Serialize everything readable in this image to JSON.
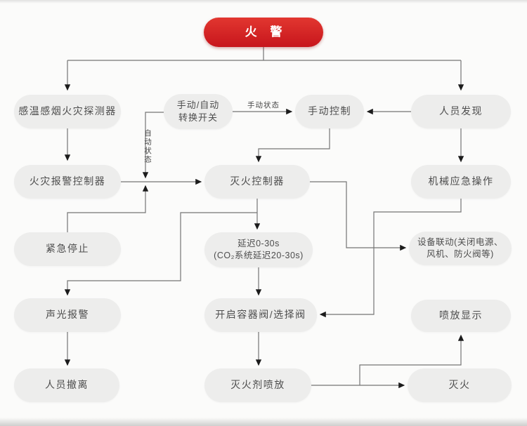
{
  "nodes": {
    "fire": {
      "label": "火 警"
    },
    "detector": {
      "label": "感温感烟火灾探测器"
    },
    "switch": {
      "label": "手动/自动\n转换开关"
    },
    "manual": {
      "label": "手动控制"
    },
    "person": {
      "label": "人员发现"
    },
    "alarmctl": {
      "label": "火灾报警控制器"
    },
    "extctl": {
      "label": "灭火控制器"
    },
    "mech": {
      "label": "机械应急操作"
    },
    "estop": {
      "label": "紧急停止"
    },
    "delay": {
      "label": "延迟0-30s\n(CO₂系统延迟20-30s)"
    },
    "equip": {
      "label": "设备联动(关闭电源、\n风机、防火阀等)"
    },
    "soundlight": {
      "label": "声光报警"
    },
    "openvalve": {
      "label": "开启容器阀/选择阀"
    },
    "dispdisplay": {
      "label": "喷放显示"
    },
    "evacuate": {
      "label": "人员撤离"
    },
    "agentdis": {
      "label": "灭火剂喷放"
    },
    "extinguish": {
      "label": "灭火"
    }
  },
  "edge_labels": {
    "manual_state": "手动状态",
    "auto_state": "自动状态"
  },
  "edges": [
    {
      "from": "fire",
      "to": "detector"
    },
    {
      "from": "fire",
      "to": "person"
    },
    {
      "from": "detector",
      "to": "alarmctl"
    },
    {
      "from": "switch",
      "to": "manual",
      "label": "手动状态"
    },
    {
      "from": "switch",
      "to": "extctl",
      "label": "自动状态"
    },
    {
      "from": "person",
      "to": "manual"
    },
    {
      "from": "person",
      "to": "mech"
    },
    {
      "from": "alarmctl",
      "to": "extctl"
    },
    {
      "from": "estop",
      "to": "extctl"
    },
    {
      "from": "manual",
      "to": "extctl"
    },
    {
      "from": "extctl",
      "to": "delay"
    },
    {
      "from": "extctl",
      "to": "soundlight"
    },
    {
      "from": "extctl",
      "to": "equip"
    },
    {
      "from": "mech",
      "to": "openvalve"
    },
    {
      "from": "delay",
      "to": "openvalve"
    },
    {
      "from": "soundlight",
      "to": "evacuate"
    },
    {
      "from": "openvalve",
      "to": "agentdis"
    },
    {
      "from": "agentdis",
      "to": "extinguish"
    },
    {
      "from": "agentdis",
      "to": "dispdisplay"
    }
  ],
  "colors": {
    "alarm_red": "#d02028",
    "node_bg": "#ededec",
    "line": "#757575",
    "arrow": "#1c1c1c"
  }
}
